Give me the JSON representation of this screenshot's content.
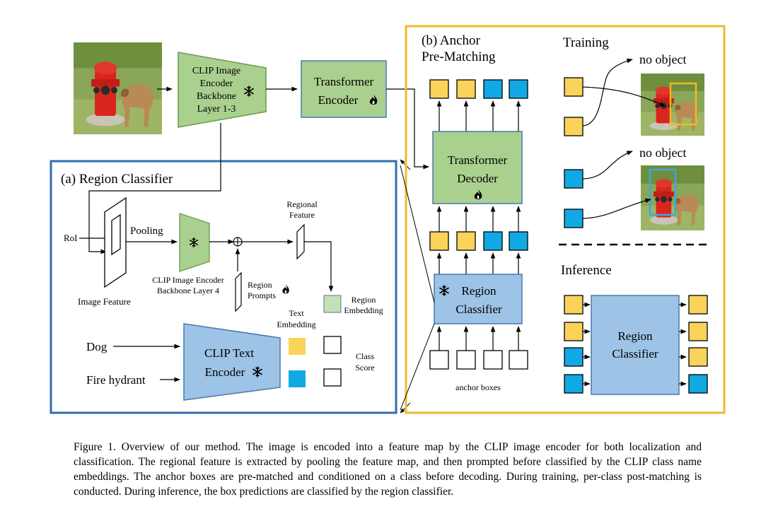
{
  "colors": {
    "green_block": "#a9d08e",
    "green_border": "#6a9a4e",
    "blue_block": "#9dc3e6",
    "blue_border": "#4a78b0",
    "region_panel_border": "#2f6db3",
    "matching_panel_border": "#f2b92e",
    "query_yellow": "#fbd35a",
    "query_blue": "#11a9e3",
    "box_yellow": "#f5b91c",
    "box_blue": "#3aa8e0",
    "hydrant_red": "#d8261e",
    "grass": "#7d9c48",
    "embedding_green": "#c5e0b4"
  },
  "top": {
    "clip_image_encoder": [
      "CLIP Image",
      "Encoder",
      "Backbone",
      "Layer 1-3"
    ],
    "transformer_encoder": [
      "Transformer",
      "Encoder"
    ],
    "frozen_icon": "snowflake-icon",
    "trainable_icon": "flame-icon"
  },
  "region_classifier_panel": {
    "title": "(a) Region Classifier",
    "roi": "RoI",
    "pooling": "Pooling",
    "image_feature": "Image Feature",
    "backbone_l4": [
      "CLIP Image Encoder",
      "Backbone Layer 4"
    ],
    "regional_feature": [
      "Regional",
      "Feature"
    ],
    "region_prompts": [
      "Region",
      "Prompts"
    ],
    "region_embedding": [
      "Region",
      "Embedding"
    ],
    "text_embedding": [
      "Text",
      "Embedding"
    ],
    "class_score": [
      "Class",
      "Score"
    ],
    "class_names": [
      "Dog",
      "Fire hydrant"
    ],
    "clip_text_encoder": [
      "CLIP Text",
      "Encoder"
    ]
  },
  "anchor_panel": {
    "title": [
      "(b) Anchor",
      "Pre-Matching"
    ],
    "transformer_decoder": [
      "Transformer",
      "Decoder"
    ],
    "region_classifier": [
      "Region",
      "Classifier"
    ],
    "anchor_boxes": "anchor boxes",
    "training": "Training",
    "no_object": "no object",
    "inference": "Inference",
    "inference_classifier": [
      "Region",
      "Classifier"
    ]
  },
  "caption": "Figure 1.  Overview of our method.  The image is encoded into a feature map by the CLIP image encoder for both localization and classification. The regional feature is extracted by pooling the feature map, and then prompted before classified by the CLIP class name embeddings. The anchor boxes are pre-matched and conditioned on a class before decoding. During training, per-class post-matching is conducted. During inference, the box predictions are classified by the region classifier."
}
